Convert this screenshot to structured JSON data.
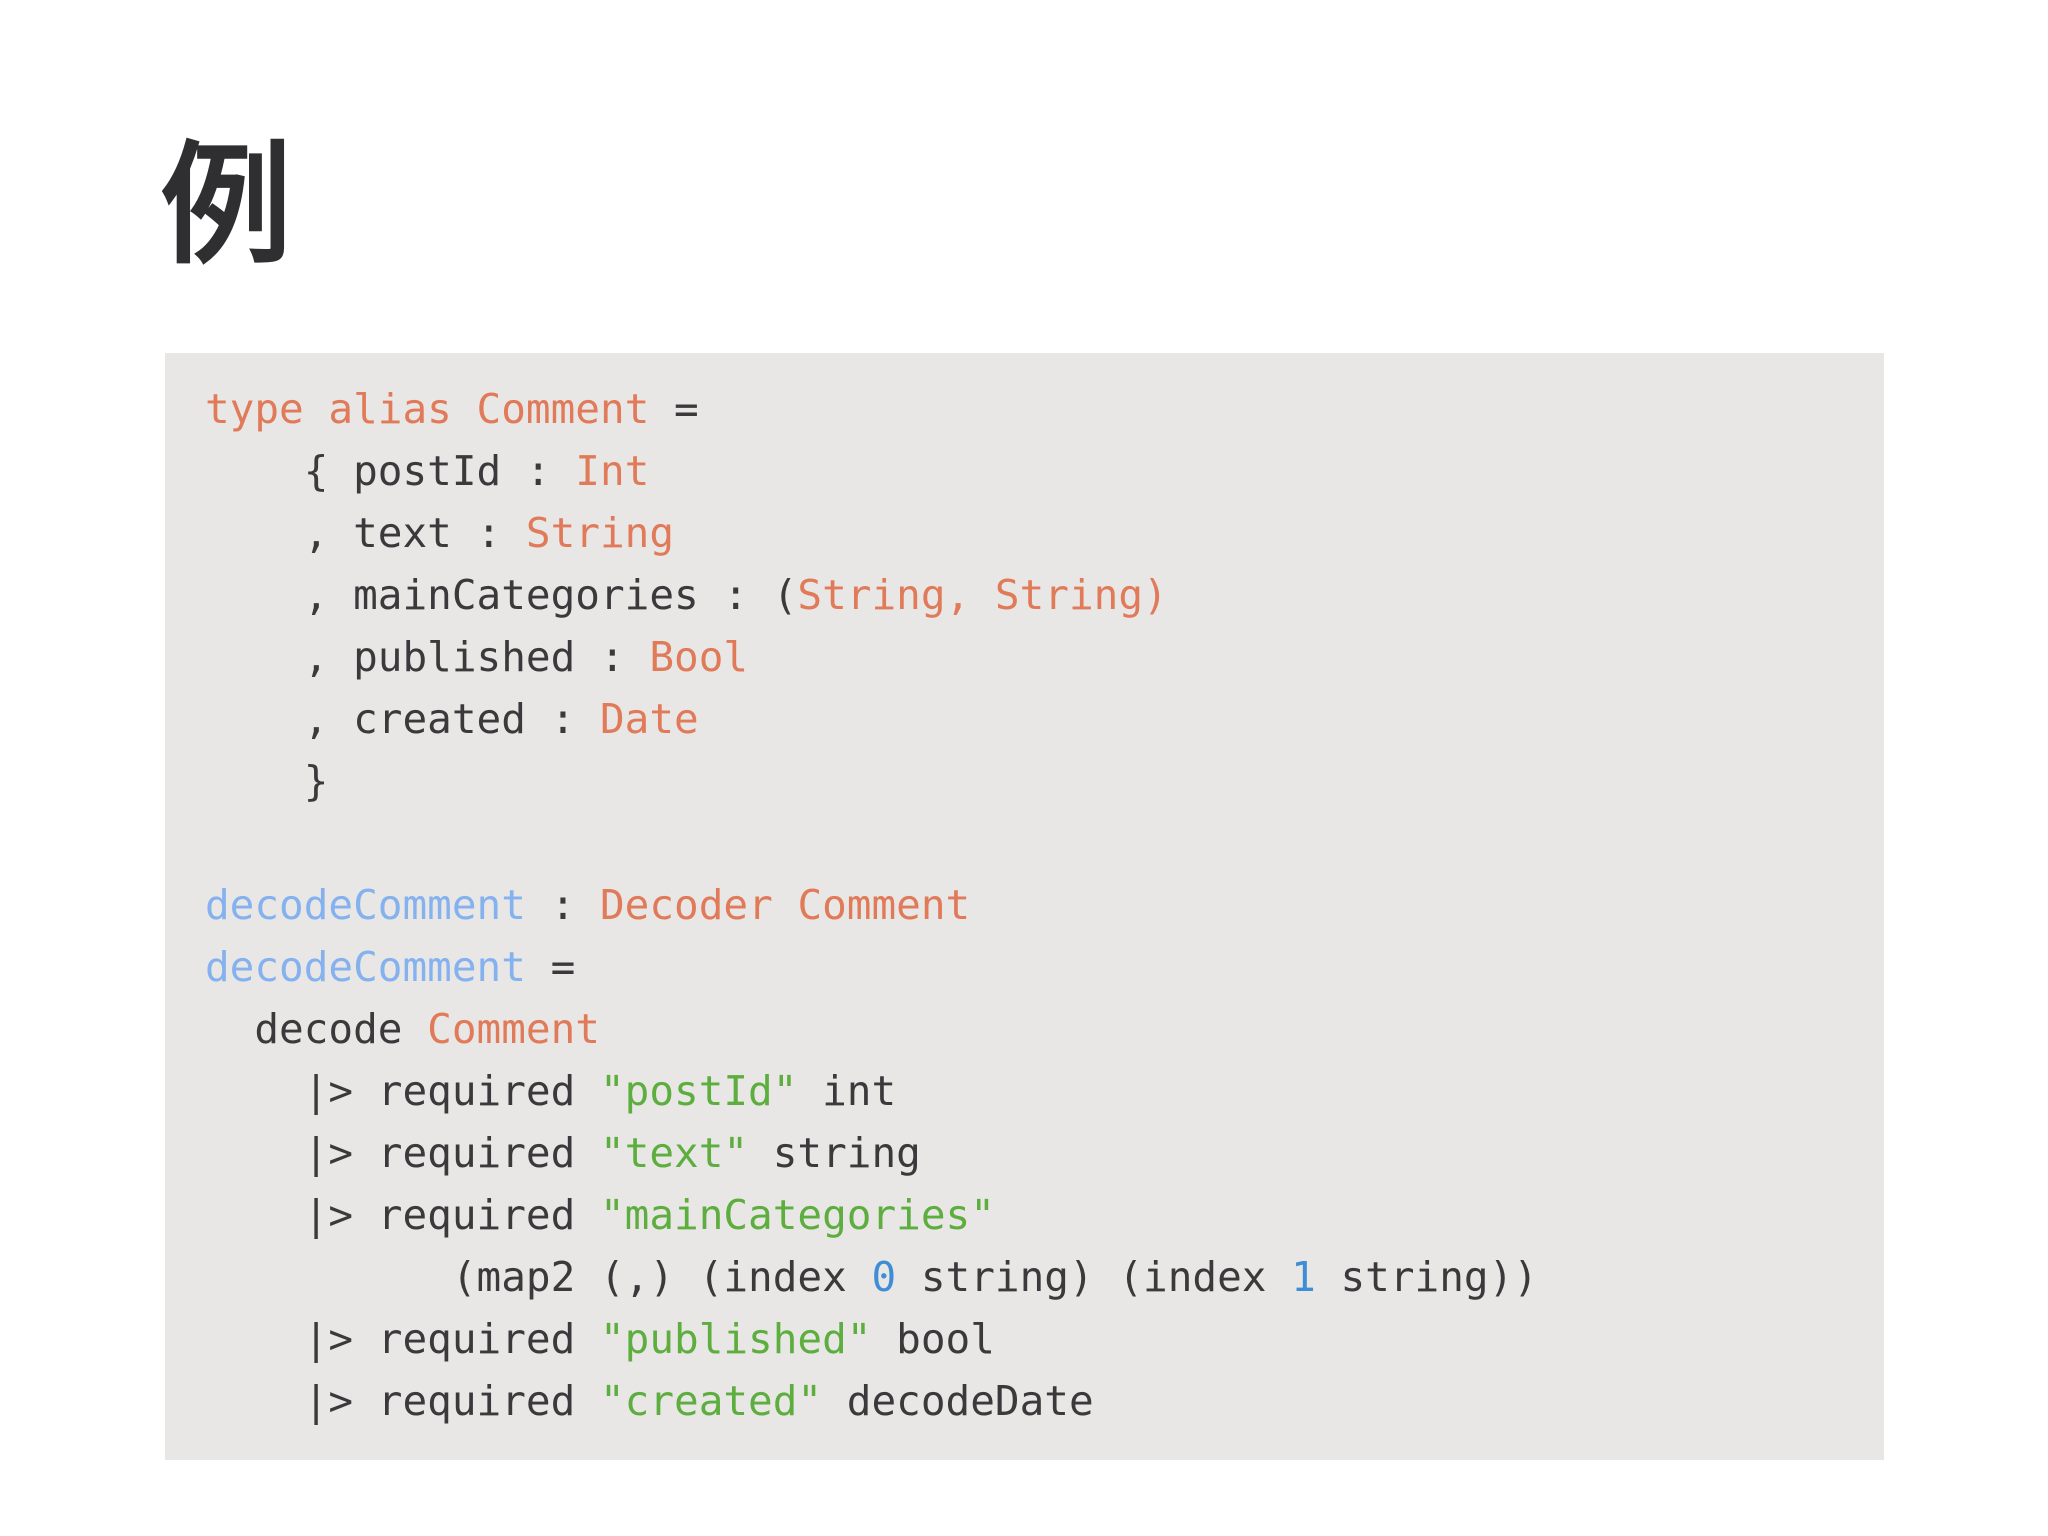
{
  "slide": {
    "title": "例"
  },
  "colors": {
    "page_background": "#ffffff",
    "code_background": "#e8e7e6",
    "code_default_text": "#3a3a3c",
    "keyword_and_type_orange": "#e07a58",
    "definition_blue": "#85b2ef",
    "string_green": "#5dae3f",
    "number_blue": "#3f8ed5",
    "title_color": "#2f2f32"
  },
  "code_block": {
    "language": "elm",
    "lines": [
      {
        "segments": [
          {
            "text": "type alias Comment",
            "role": "o"
          },
          {
            "text": " =",
            "role": "d"
          }
        ]
      },
      {
        "segments": [
          {
            "text": "    { postId : ",
            "role": "d"
          },
          {
            "text": "Int",
            "role": "o"
          }
        ]
      },
      {
        "segments": [
          {
            "text": "    , text : ",
            "role": "d"
          },
          {
            "text": "String",
            "role": "o"
          }
        ]
      },
      {
        "segments": [
          {
            "text": "    , mainCategories : (",
            "role": "d"
          },
          {
            "text": "String, String)",
            "role": "o"
          }
        ]
      },
      {
        "segments": [
          {
            "text": "    , published : ",
            "role": "d"
          },
          {
            "text": "Bool",
            "role": "o"
          }
        ]
      },
      {
        "segments": [
          {
            "text": "    , created : ",
            "role": "d"
          },
          {
            "text": "Date",
            "role": "o"
          }
        ]
      },
      {
        "segments": [
          {
            "text": "    }",
            "role": "d"
          }
        ]
      },
      {
        "segments": [
          {
            "text": "",
            "role": "d"
          }
        ]
      },
      {
        "segments": [
          {
            "text": "decodeComment",
            "role": "b"
          },
          {
            "text": " : ",
            "role": "d"
          },
          {
            "text": "Decoder Comment",
            "role": "o"
          }
        ]
      },
      {
        "segments": [
          {
            "text": "decodeComment",
            "role": "b"
          },
          {
            "text": " =",
            "role": "d"
          }
        ]
      },
      {
        "segments": [
          {
            "text": "  decode ",
            "role": "d"
          },
          {
            "text": "Comment",
            "role": "o"
          }
        ]
      },
      {
        "segments": [
          {
            "text": "    |> required ",
            "role": "d"
          },
          {
            "text": "\"postId\"",
            "role": "s"
          },
          {
            "text": " int",
            "role": "d"
          }
        ]
      },
      {
        "segments": [
          {
            "text": "    |> required ",
            "role": "d"
          },
          {
            "text": "\"text\"",
            "role": "s"
          },
          {
            "text": " string",
            "role": "d"
          }
        ]
      },
      {
        "segments": [
          {
            "text": "    |> required ",
            "role": "d"
          },
          {
            "text": "\"mainCategories\"",
            "role": "s"
          }
        ]
      },
      {
        "segments": [
          {
            "text": "          (map2 (,) (index ",
            "role": "d"
          },
          {
            "text": "0",
            "role": "n"
          },
          {
            "text": " string) (index ",
            "role": "d"
          },
          {
            "text": "1",
            "role": "n"
          },
          {
            "text": " string))",
            "role": "d"
          }
        ]
      },
      {
        "segments": [
          {
            "text": "    |> required ",
            "role": "d"
          },
          {
            "text": "\"published\"",
            "role": "s"
          },
          {
            "text": " bool",
            "role": "d"
          }
        ]
      },
      {
        "segments": [
          {
            "text": "    |> required ",
            "role": "d"
          },
          {
            "text": "\"created\"",
            "role": "s"
          },
          {
            "text": " decodeDate",
            "role": "d"
          }
        ]
      }
    ]
  }
}
